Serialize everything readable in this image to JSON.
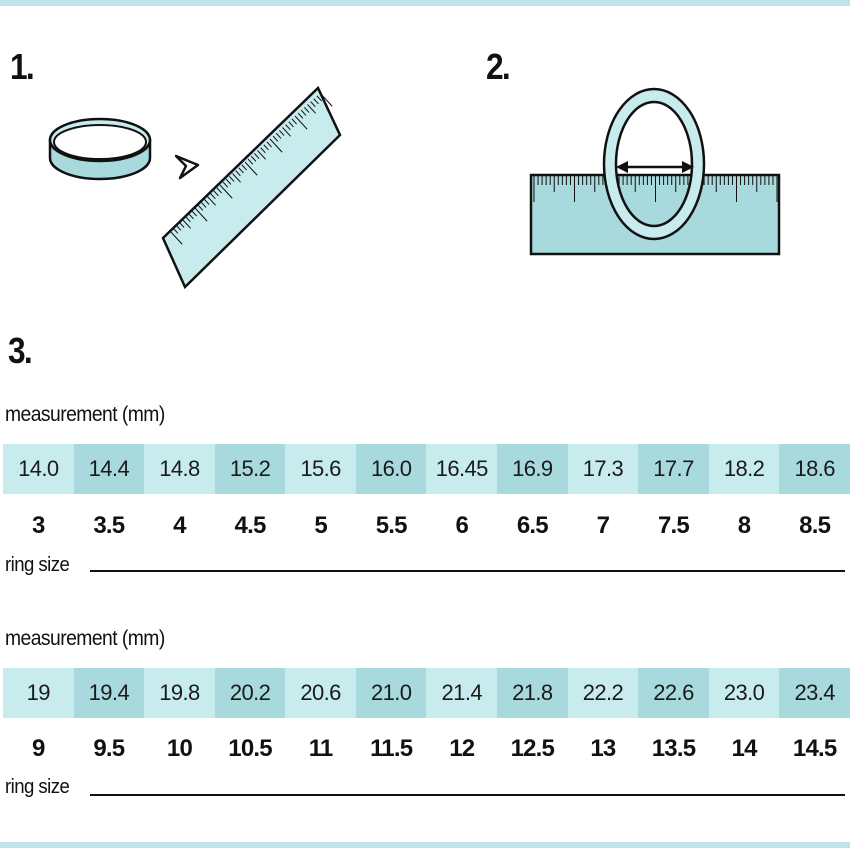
{
  "steps": {
    "one": "1.",
    "two": "2.",
    "three": "3."
  },
  "colors": {
    "accent_light": "#c8ecee",
    "accent_dark": "#a8dadd",
    "band": "#bfe3e6",
    "outline": "#111111"
  },
  "table1": {
    "measurement_label": "measurement (mm)",
    "ring_size_label": "ring size",
    "measurements": [
      "14.0",
      "14.4",
      "14.8",
      "15.2",
      "15.6",
      "16.0",
      "16.45",
      "16.9",
      "17.3",
      "17.7",
      "18.2",
      "18.6"
    ],
    "sizes": [
      "3",
      "3.5",
      "4",
      "4.5",
      "5",
      "5.5",
      "6",
      "6.5",
      "7",
      "7.5",
      "8",
      "8.5"
    ]
  },
  "table2": {
    "measurement_label": "measurement (mm)",
    "ring_size_label": "ring size",
    "measurements": [
      "19",
      "19.4",
      "19.8",
      "20.2",
      "20.6",
      "21.0",
      "21.4",
      "21.8",
      "22.2",
      "22.6",
      "23.0",
      "23.4"
    ],
    "sizes": [
      "9",
      "9.5",
      "10",
      "10.5",
      "11",
      "11.5",
      "12",
      "12.5",
      "13",
      "13.5",
      "14",
      "14.5"
    ]
  }
}
